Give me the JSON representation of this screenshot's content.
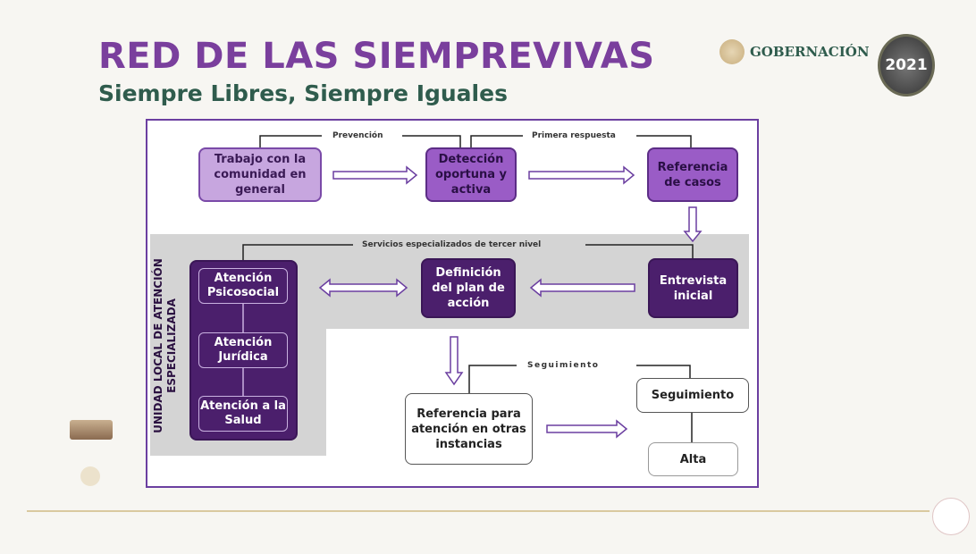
{
  "slide": {
    "title": "RED DE LAS SIEMPREVIVAS",
    "subtitle": "Siempre Libres, Siempre Iguales"
  },
  "logos": {
    "gobernacion": "GOBERNACIÓN",
    "year": "2021"
  },
  "diagram": {
    "stages": {
      "prevencion": "Prevención",
      "primera_respuesta": "Primera respuesta",
      "servicios": "Servicios especializados de tercer nivel",
      "seguimiento": "Seguimiento"
    },
    "nodes": {
      "trabajo": "Trabajo con la comunidad en general",
      "deteccion": "Detección oportuna y activa",
      "referencia_casos": "Referencia de casos",
      "entrevista": "Entrevista inicial",
      "definicion": "Definición del plan de acción",
      "psicosocial": "Atención Psicosocial",
      "juridica": "Atención Jurídica",
      "salud": "Atención a la Salud",
      "referencia_otras": "Referencia para atención en otras instancias",
      "seguimiento": "Seguimiento",
      "alta": "Alta"
    },
    "unidad_label": "UNIDAD LOCAL DE ATENCIÓN ESPECIALIZADA",
    "colors": {
      "light": "#c7a6df",
      "mid": "#9a5cc6",
      "dark": "#4b1f6c",
      "frame": "#6b3fa0",
      "band": "#d4d4d4"
    }
  }
}
